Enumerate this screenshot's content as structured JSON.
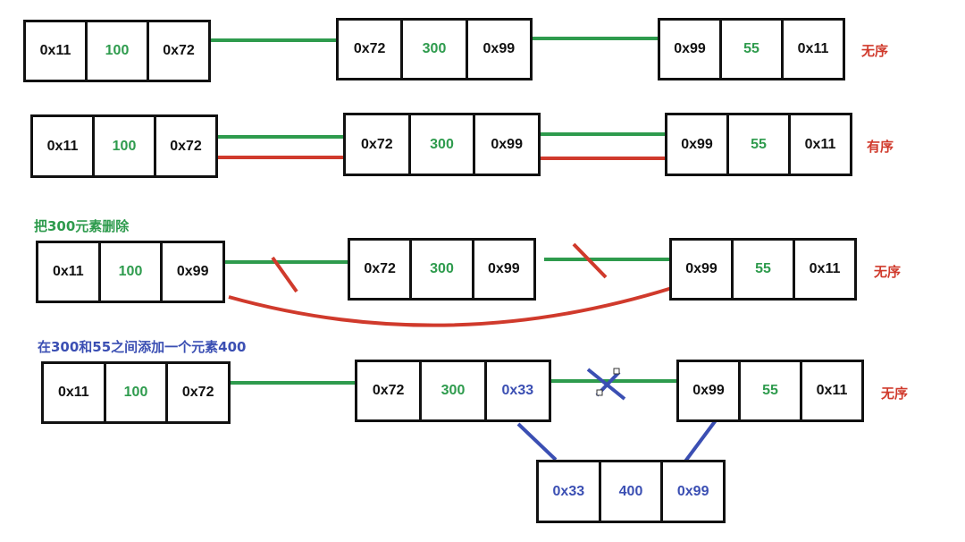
{
  "colors": {
    "link_green": "#2e9b4d",
    "link_red": "#d03a2c",
    "link_blue": "#3b4fb3",
    "border": "#111111"
  },
  "rows": [
    {
      "tag": "无序",
      "caption": "",
      "nodes": [
        {
          "cells": [
            "0x11",
            "100",
            "0x72"
          ]
        },
        {
          "cells": [
            "0x72",
            "300",
            "0x99"
          ]
        },
        {
          "cells": [
            "0x99",
            "55",
            "0x11"
          ]
        }
      ]
    },
    {
      "tag": "有序",
      "caption": "",
      "nodes": [
        {
          "cells": [
            "0x11",
            "100",
            "0x72"
          ]
        },
        {
          "cells": [
            "0x72",
            "300",
            "0x99"
          ]
        },
        {
          "cells": [
            "0x99",
            "55",
            "0x11"
          ]
        }
      ]
    },
    {
      "tag": "无序",
      "caption": "把300元素删除",
      "nodes": [
        {
          "cells": [
            "0x11",
            "100",
            "0x99"
          ]
        },
        {
          "cells": [
            "0x72",
            "300",
            "0x99"
          ]
        },
        {
          "cells": [
            "0x99",
            "55",
            "0x11"
          ]
        }
      ]
    },
    {
      "tag": "无序",
      "caption": "在300和55之间添加一个元素400",
      "nodes": [
        {
          "cells": [
            "0x11",
            "100",
            "0x72"
          ]
        },
        {
          "cells": [
            "0x72",
            "300",
            "0x33"
          ]
        },
        {
          "cells": [
            "0x99",
            "55",
            "0x11"
          ]
        },
        {
          "cells": [
            "0x33",
            "400",
            "0x99"
          ]
        }
      ]
    }
  ]
}
